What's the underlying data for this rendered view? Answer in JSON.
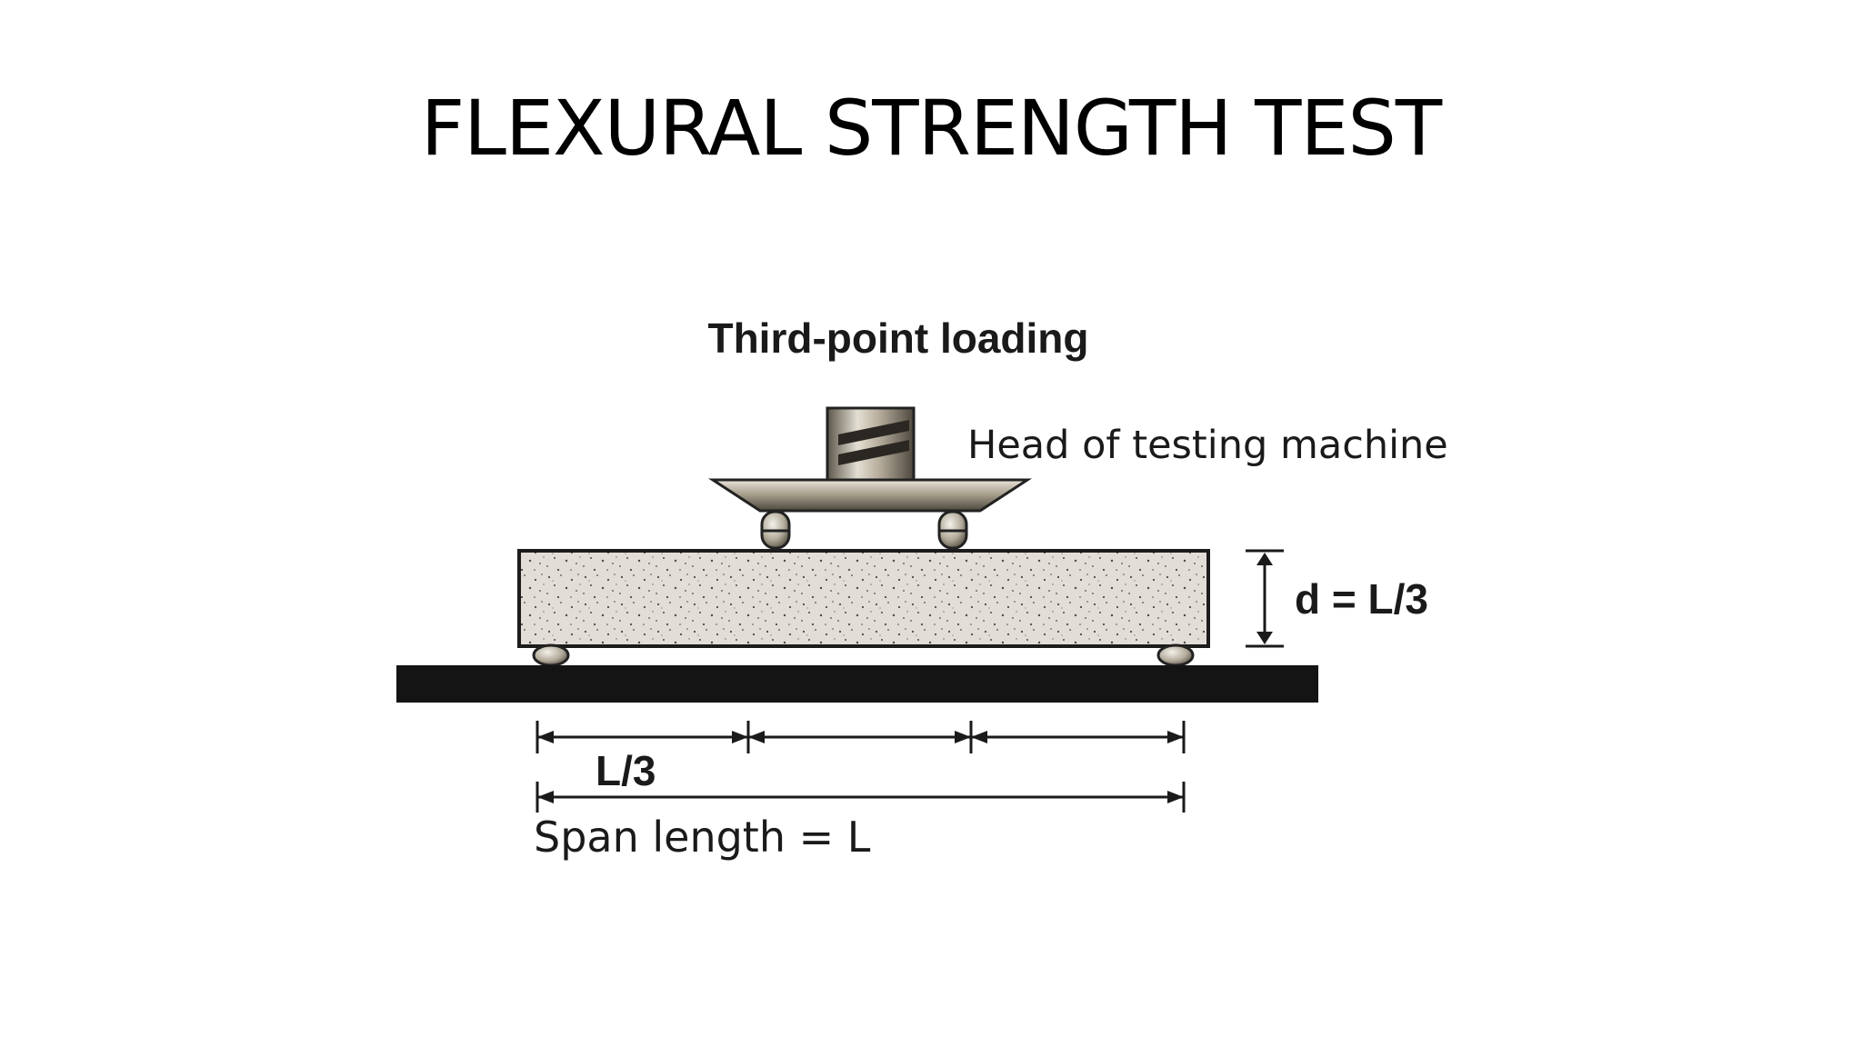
{
  "title": "FLEXURAL STRENGTH TEST",
  "diagram": {
    "caption": "Third-point loading",
    "head_label": "Head of testing machine",
    "depth_label": "d = L/3",
    "third_label": "L/3",
    "span_label": "Span length = L",
    "colors": {
      "specimen_fill": "#e2ddd6",
      "base": "#141414",
      "metal": "#a79f90"
    }
  }
}
